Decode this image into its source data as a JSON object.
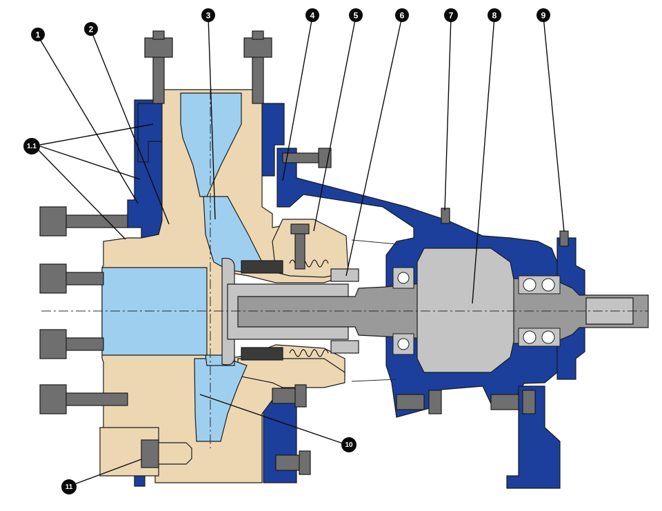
{
  "colors": {
    "casing_blue": "#1b3f9b",
    "casing_blue_dark": "#0f2a6e",
    "wetted_tan": "#ecd7b2",
    "fluid_blue": "#9fcfee",
    "shaft_grey": "#9a9a9a",
    "shaft_grey_light": "#c4c4c4",
    "bolt_grey": "#6f6f6f",
    "outline": "#1a1a1a",
    "callout_fill": "#0a0a0a",
    "callout_text": "#ffffff",
    "background": "#ffffff"
  },
  "callouts": [
    {
      "id": "1",
      "label": "1"
    },
    {
      "id": "2",
      "label": "2"
    },
    {
      "id": "3",
      "label": "3"
    },
    {
      "id": "4",
      "label": "4"
    },
    {
      "id": "5",
      "label": "5"
    },
    {
      "id": "6",
      "label": "6"
    },
    {
      "id": "7",
      "label": "7"
    },
    {
      "id": "8",
      "label": "8"
    },
    {
      "id": "9",
      "label": "9"
    },
    {
      "id": "1.1",
      "label": "1.1"
    },
    {
      "id": "10",
      "label": "10"
    },
    {
      "id": "11",
      "label": "11"
    }
  ]
}
